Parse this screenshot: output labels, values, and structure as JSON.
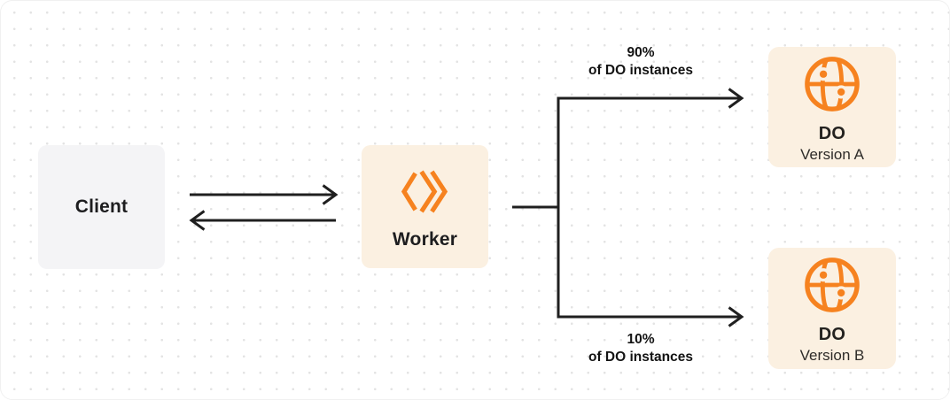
{
  "diagram": {
    "background": {
      "pattern": "dot-grid",
      "dot_color": "#e3e3e3",
      "canvas_color": "#ffffff"
    },
    "client": {
      "label": "Client"
    },
    "worker": {
      "label": "Worker",
      "icon": "workers-chevrons-icon"
    },
    "branch_a": {
      "percent": "90%",
      "caption": "of DO instances"
    },
    "branch_b": {
      "percent": "10%",
      "caption": "of DO instances"
    },
    "do_a": {
      "title": "DO",
      "subtitle": "Version A",
      "icon": "globe-icon"
    },
    "do_b": {
      "title": "DO",
      "subtitle": "Version B",
      "icon": "globe-icon"
    },
    "connections": [
      {
        "from": "client",
        "to": "worker",
        "type": "bidirectional-arrows"
      },
      {
        "from": "worker",
        "to": "do_a",
        "type": "arrow",
        "label": "90% of DO instances"
      },
      {
        "from": "worker",
        "to": "do_b",
        "type": "arrow",
        "label": "10% of DO instances"
      }
    ],
    "colors": {
      "accent_orange": "#f6821f",
      "cream_box": "#fbf0e1",
      "gray_box": "#f4f4f6",
      "line": "#1f1f1f",
      "text": "#141414"
    }
  }
}
